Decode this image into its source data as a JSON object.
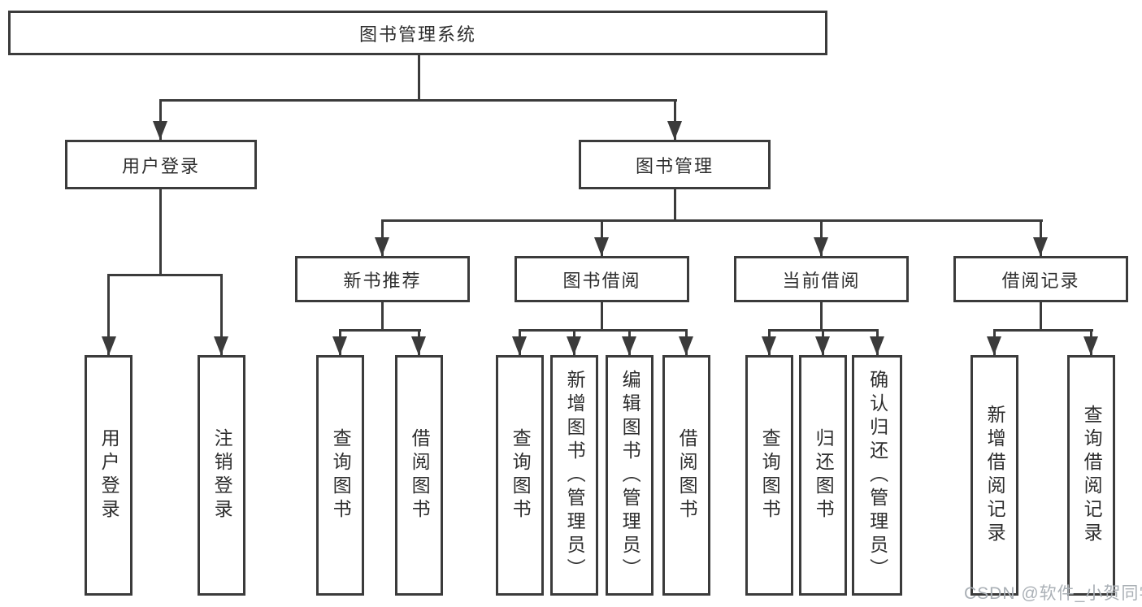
{
  "tree": {
    "label": "图书管理系统",
    "children": [
      {
        "label": "用户登录",
        "children": [
          {
            "label": "用户登录"
          },
          {
            "label": "注销登录"
          }
        ]
      },
      {
        "label": "图书管理",
        "children": [
          {
            "label": "新书推荐",
            "children": [
              {
                "label": "查询图书"
              },
              {
                "label": "借阅图书"
              }
            ]
          },
          {
            "label": "图书借阅",
            "children": [
              {
                "label": "查询图书"
              },
              {
                "label": "新增图书（管理员）"
              },
              {
                "label": "编辑图书（管理员）"
              },
              {
                "label": "借阅图书"
              }
            ]
          },
          {
            "label": "当前借阅",
            "children": [
              {
                "label": "查询图书"
              },
              {
                "label": "归还图书"
              },
              {
                "label": "确认归还（管理员）"
              }
            ]
          },
          {
            "label": "借阅记录",
            "children": [
              {
                "label": "新增借阅记录"
              },
              {
                "label": "查询借阅记录"
              }
            ]
          }
        ]
      }
    ]
  },
  "watermark": "CSDN @软件_小贺同学",
  "colors": {
    "line": "#3b3b3b",
    "text": "#2e2e2e",
    "watermark": "#aab0b6",
    "background": "#ffffff"
  }
}
